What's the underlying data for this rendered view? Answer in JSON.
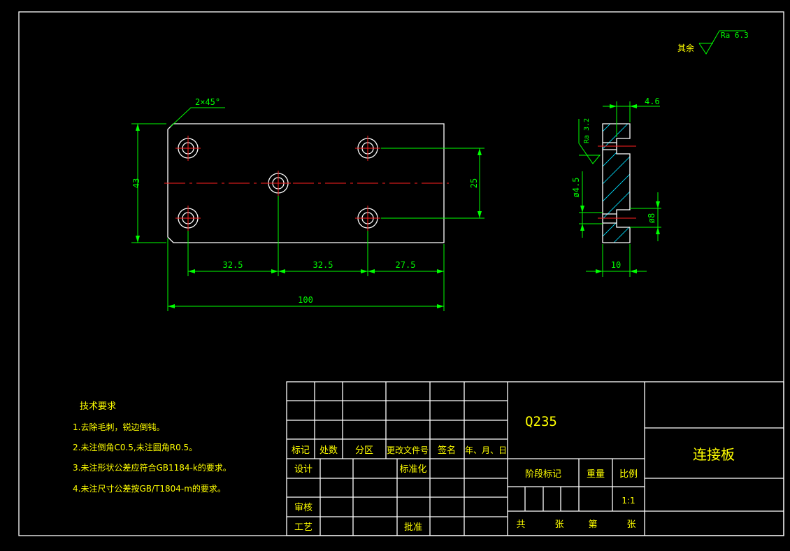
{
  "colors": {
    "outline": "#ffffff",
    "dimension": "#00ff00",
    "center": "#ff2020",
    "text": "#ffff00",
    "hatch": "#00e0ff"
  },
  "surface": {
    "prefix": "其余",
    "roughness_main": "Ra 6.3",
    "roughness_side": "Ra 3.2"
  },
  "front_view": {
    "chamfer": "2×45°",
    "dims": {
      "height": "43",
      "hole_spacing_v": "25",
      "pos1": "32.5",
      "pos2": "32.5",
      "pos3": "27.5",
      "length": "100"
    }
  },
  "side_view": {
    "dims": {
      "depth": "4.6",
      "hole_small": "ø4.5",
      "hole_large": "ø8",
      "thickness": "10"
    }
  },
  "tech_req": {
    "title": "技术要求",
    "items": [
      "1.去除毛刺，锐边倒钝。",
      "2.未注倒角C0.5,未注圆角R0.5。",
      "3.未注形状公差应符合GB1184-k的要求。",
      "4.未注尺寸公差按GB/T1804-m的要求。"
    ]
  },
  "title_block": {
    "material": "Q235",
    "part_name": "连接板",
    "rev_headers": [
      "标记",
      "处数",
      "分区",
      "更改文件号",
      "签名",
      "年、月、日"
    ],
    "design": "设计",
    "standard": "标准化",
    "review": "审核",
    "process": "工艺",
    "approve": "批准",
    "stage_mark": "阶段标记",
    "weight": "重量",
    "scale_label": "比例",
    "scale": "1:1",
    "sheets": [
      "共",
      "张",
      "第",
      "张"
    ]
  }
}
